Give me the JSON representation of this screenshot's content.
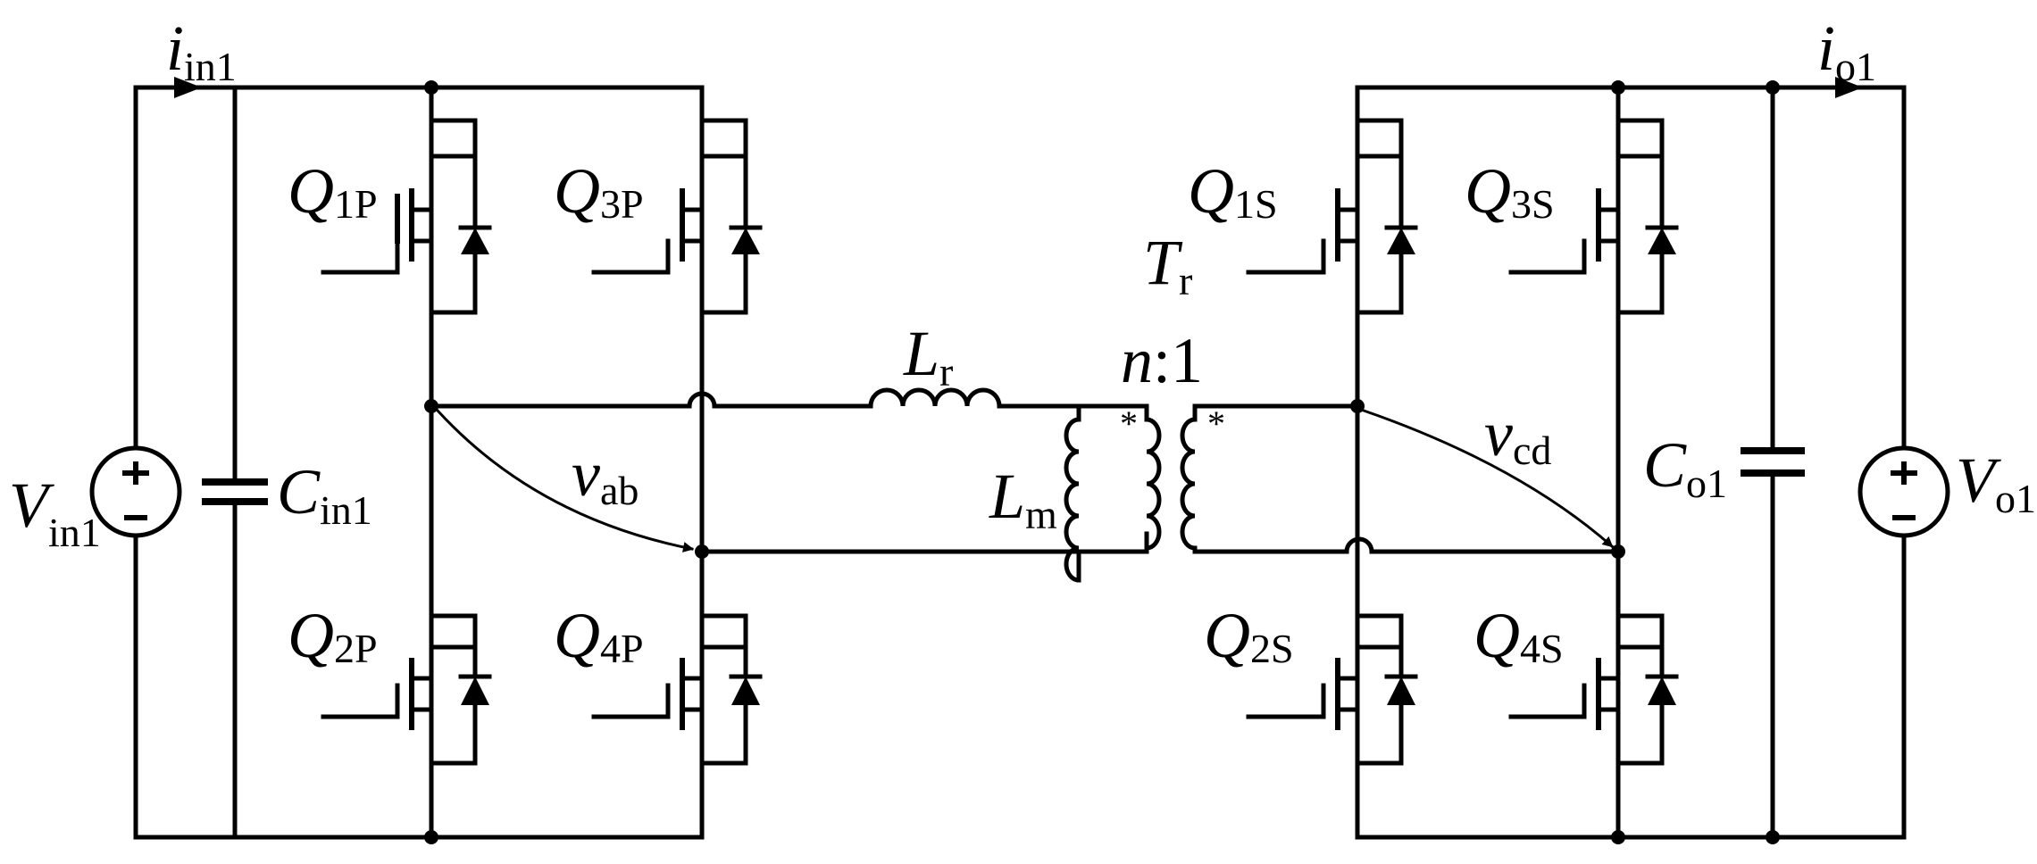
{
  "labels": {
    "i_in1": {
      "main": "i",
      "sub": "in1"
    },
    "i_o1": {
      "main": "i",
      "sub": "o1"
    },
    "V_in1": {
      "main": "V",
      "sub": "in1"
    },
    "C_in1": {
      "main": "C",
      "sub": "in1"
    },
    "Q1P": {
      "main": "Q",
      "sub": "1P"
    },
    "Q2P": {
      "main": "Q",
      "sub": "2P"
    },
    "Q3P": {
      "main": "Q",
      "sub": "3P"
    },
    "Q4P": {
      "main": "Q",
      "sub": "4P"
    },
    "Q1S": {
      "main": "Q",
      "sub": "1S"
    },
    "Q2S": {
      "main": "Q",
      "sub": "2S"
    },
    "Q3S": {
      "main": "Q",
      "sub": "3S"
    },
    "Q4S": {
      "main": "Q",
      "sub": "4S"
    },
    "L_r": {
      "main": "L",
      "sub": "r"
    },
    "L_m": {
      "main": "L",
      "sub": "m"
    },
    "T_r": {
      "main": "T",
      "sub": "r"
    },
    "ratio": {
      "n": "n",
      "rest": ":1"
    },
    "v_ab": {
      "main": "v",
      "sub": "ab"
    },
    "v_cd": {
      "main": "v",
      "sub": "cd"
    },
    "C_o1": {
      "main": "C",
      "sub": "o1"
    },
    "V_o1": {
      "main": "V",
      "sub": "o1"
    },
    "dot_mark": "*"
  }
}
